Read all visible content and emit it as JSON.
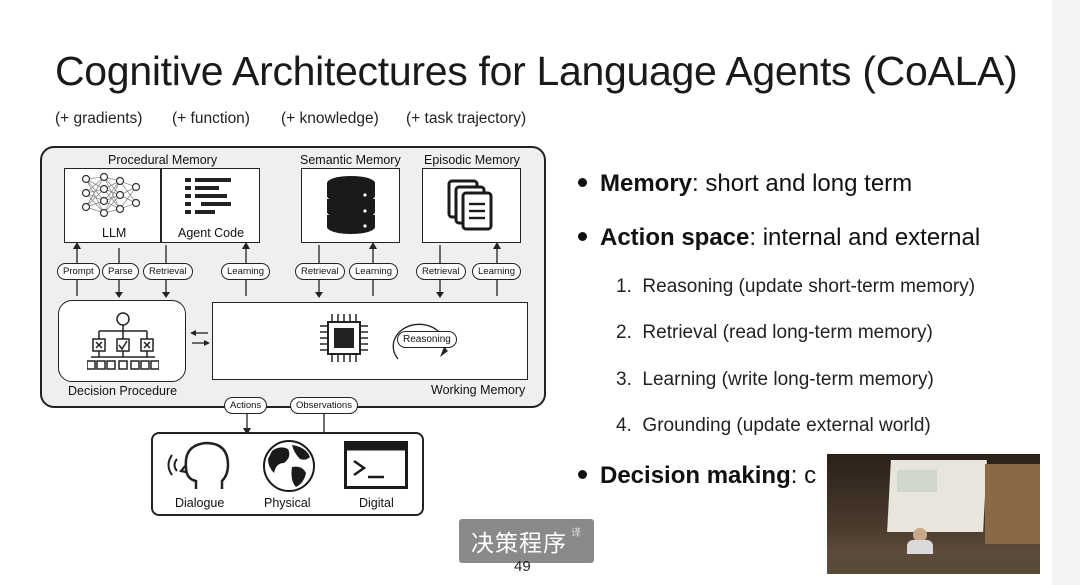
{
  "slide": {
    "title": "Cognitive Architectures for Language Agents (CoALA)",
    "page_number": "49"
  },
  "annotations": [
    "(+ gradients)",
    "(+ function)",
    "(+ knowledge)",
    "(+ task trajectory)"
  ],
  "diagram": {
    "procedural_memory": "Procedural Memory",
    "semantic_memory": "Semantic Memory",
    "episodic_memory": "Episodic Memory",
    "llm": "LLM",
    "agent_code": "Agent Code",
    "prompt": "Prompt",
    "parse": "Parse",
    "retrieval": "Retrieval",
    "learning": "Learning",
    "reasoning": "Reasoning",
    "decision_procedure": "Decision Procedure",
    "working_memory": "Working Memory",
    "actions": "Actions",
    "observations": "Observations",
    "dialogue": "Dialogue",
    "physical": "Physical",
    "digital": "Digital"
  },
  "bullets": [
    {
      "bold": "Memory",
      "rest": ": short and long term"
    },
    {
      "bold": "Action space",
      "rest": ": internal and external"
    },
    {
      "bold": "Decision making",
      "rest": ": c"
    }
  ],
  "subitems": [
    {
      "num": "1.",
      "text": "Reasoning (update short-term memory)"
    },
    {
      "num": "2.",
      "text": "Retrieval (read long-term memory)"
    },
    {
      "num": "3.",
      "text": "Learning (write long-term memory)"
    },
    {
      "num": "4.",
      "text": "Grounding (update external world)"
    }
  ],
  "caption": {
    "text": "决策程序",
    "mark": "译"
  },
  "colors": {
    "diagram_bg": "#efefef",
    "caption_bg": "#8a8a8a",
    "video_bg": "#3a2c22"
  }
}
